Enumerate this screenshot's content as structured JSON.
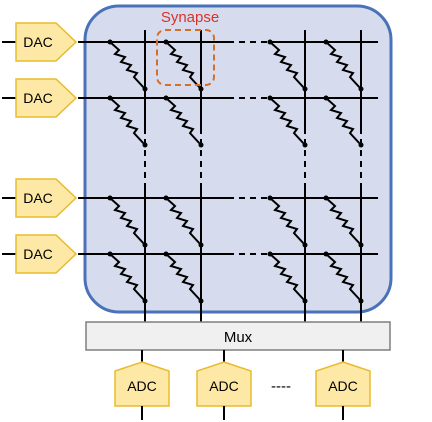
{
  "labels": {
    "synapse": "Synapse",
    "dac": "DAC",
    "mux": "Mux",
    "adc": "ADC",
    "adc_ellipsis": "----"
  },
  "colors": {
    "array_fill": "#d6dced",
    "array_border": "#4a72b9",
    "synapse_highlight": "#d46f2a",
    "synapse_label": "#d9332a",
    "converter_fill": "#fde8a6",
    "converter_border": "#e8bb2e",
    "mux_fill": "#f0f0f0",
    "mux_border": "#7f7f7f",
    "wire": "#000000"
  },
  "array": {
    "rows_shown": 4,
    "columns_shown": 4
  },
  "icons": {
    "cell": "resistor-cell-icon",
    "dac": "dac-triangle-icon",
    "adc": "adc-pentagon-icon"
  }
}
